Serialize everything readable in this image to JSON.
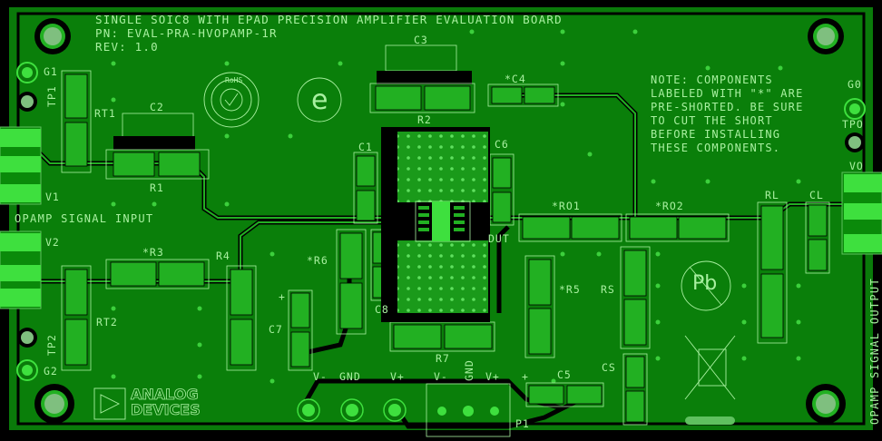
{
  "board": {
    "title": "SINGLE SOIC8 WITH EPAD PRECISION AMPLIFIER EVALUATION BOARD",
    "part_number": "PN: EVAL-PRA-HVOPAMP-1R",
    "revision": "REV: 1.0",
    "note_lines": [
      "NOTE: COMPONENTS",
      "LABELED WITH \"*\" ARE",
      "PRE-SHORTED. BE SURE",
      "TO CUT THE SHORT",
      "BEFORE INSTALLING",
      "THESE COMPONENTS."
    ],
    "input_label": "OPAMP SIGNAL INPUT",
    "output_label": "OPAMP SIGNAL OUTPUT",
    "logo_line1": "ANALOG",
    "logo_line2": "DEVICES",
    "rohs_text": "RoHS",
    "pb_text": "Pb",
    "colors": {
      "substrate": "#0a7a0a",
      "copper_pour": "#0d8a0d",
      "pad": "#22b022",
      "pad_highlight": "#4fe04f",
      "silkscreen": "#a8f0a0",
      "clearance": "#000000",
      "mounting_hole": "#7fbf7f"
    }
  },
  "labels": {
    "G1": "G1",
    "TP1": "TP1",
    "RT1": "RT1",
    "C2": "C2",
    "R1": "R1",
    "V1": "V1",
    "V2": "V2",
    "R3": "*R3",
    "R4": "R4",
    "RT2": "RT2",
    "TP2": "TP2",
    "G2": "G2",
    "C3": "C3",
    "R2": "R2",
    "C4": "*C4",
    "C1": "C1",
    "C6": "C6",
    "DUT": "DUT",
    "R6": "*R6",
    "C8": "C8",
    "C7": "C7",
    "R7": "R7",
    "RO1": "*RO1",
    "RO2": "*RO2",
    "R5": "*R5",
    "RS": "RS",
    "CS": "CS",
    "C5": "C5",
    "RL": "RL",
    "CL": "CL",
    "G0": "G0",
    "TPO": "TPO",
    "VO": "VO",
    "P1": "P1",
    "plus1": "+",
    "plus2": "+"
  },
  "power_header_left": [
    "V-",
    "GND",
    "V+"
  ],
  "power_header_right": [
    "V-",
    "GND",
    "V+"
  ]
}
